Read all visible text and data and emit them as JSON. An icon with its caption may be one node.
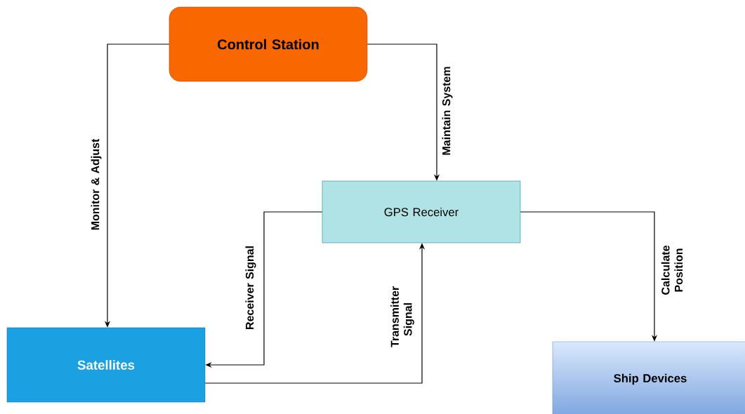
{
  "diagram": {
    "nodes": [
      {
        "text": [
          "Control Station"
        ]
      },
      {
        "text": [
          "GPS Receiver"
        ]
      },
      {
        "text": [
          "Satellites"
        ]
      },
      {
        "text": [
          "Ship Devices"
        ]
      }
    ],
    "edges": [
      {
        "from": 0,
        "to": 2,
        "arrow": "to",
        "label": "Monitor & Adjust"
      },
      {
        "from": 0,
        "to": 1,
        "arrow": "to",
        "label": "Maintain System"
      },
      {
        "from": 1,
        "to": 2,
        "arrow": "to",
        "label": "Receiver Signal"
      },
      {
        "from": 2,
        "to": 1,
        "arrow": "to",
        "label": "Transmitter Signal"
      },
      {
        "from": 1,
        "to": 3,
        "arrow": "to",
        "label": "Calculate Position"
      }
    ]
  }
}
